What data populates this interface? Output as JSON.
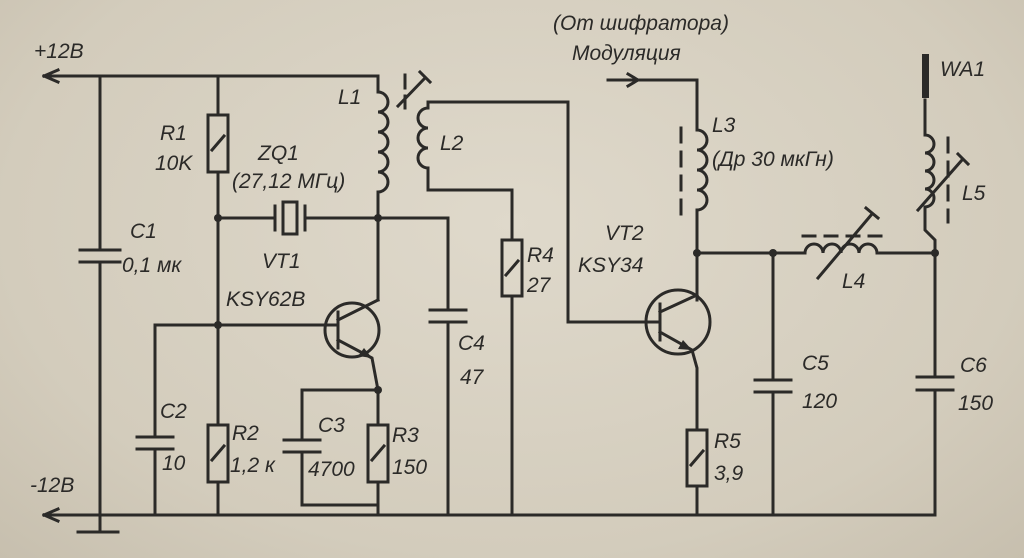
{
  "rails": {
    "plus": "+12B",
    "minus": "-12B"
  },
  "modulation": {
    "source": "(От шифратора)",
    "label": "Модуляция"
  },
  "components": {
    "R1": {
      "ref": "R1",
      "value": "10K"
    },
    "R2": {
      "ref": "R2",
      "value": "1,2 к"
    },
    "R3": {
      "ref": "R3",
      "value": "150"
    },
    "R4": {
      "ref": "R4",
      "value": "27"
    },
    "R5": {
      "ref": "R5",
      "value": "3,9"
    },
    "C1": {
      "ref": "C1",
      "value": "0,1 мк"
    },
    "C2": {
      "ref": "C2",
      "value": "10"
    },
    "C3": {
      "ref": "C3",
      "value": "4700"
    },
    "C4": {
      "ref": "C4",
      "value": "47"
    },
    "C5": {
      "ref": "C5",
      "value": "120"
    },
    "C6": {
      "ref": "C6",
      "value": "150"
    },
    "L1": {
      "ref": "L1"
    },
    "L2": {
      "ref": "L2"
    },
    "L3": {
      "ref": "L3",
      "value": "(Др 30 мкГн)"
    },
    "L4": {
      "ref": "L4"
    },
    "L5": {
      "ref": "L5"
    },
    "ZQ1": {
      "ref": "ZQ1",
      "value": "(27,12 МГц)"
    },
    "VT1": {
      "ref": "VT1",
      "value": "KSY62B"
    },
    "VT2": {
      "ref": "VT2",
      "value": "KSY34"
    },
    "WA1": {
      "ref": "WA1"
    }
  }
}
